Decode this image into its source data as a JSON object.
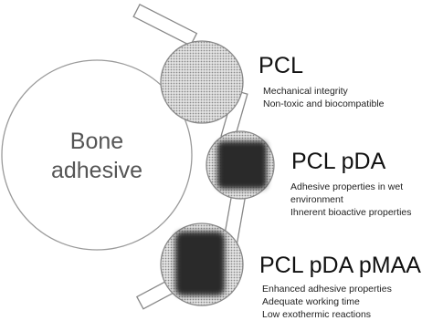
{
  "center": {
    "line1": "Bone",
    "line2": "adhesive"
  },
  "layers": [
    {
      "title": "PCL",
      "properties": [
        "Mechanical integrity",
        "Non-toxic and biocompatible"
      ]
    },
    {
      "title": "PCL pDA",
      "properties": [
        "Adhesive properties in wet",
        "environment",
        "Ihnerent bioactive properties"
      ]
    },
    {
      "title": "PCL pDA pMAA",
      "properties": [
        "Enhanced adhesive properties",
        "Adequate working time",
        "Low exothermic reactions"
      ]
    }
  ],
  "colors": {
    "outline": "#888888",
    "dot_fill": "#b5b5b5",
    "core_fill": "#2b2b2b"
  }
}
